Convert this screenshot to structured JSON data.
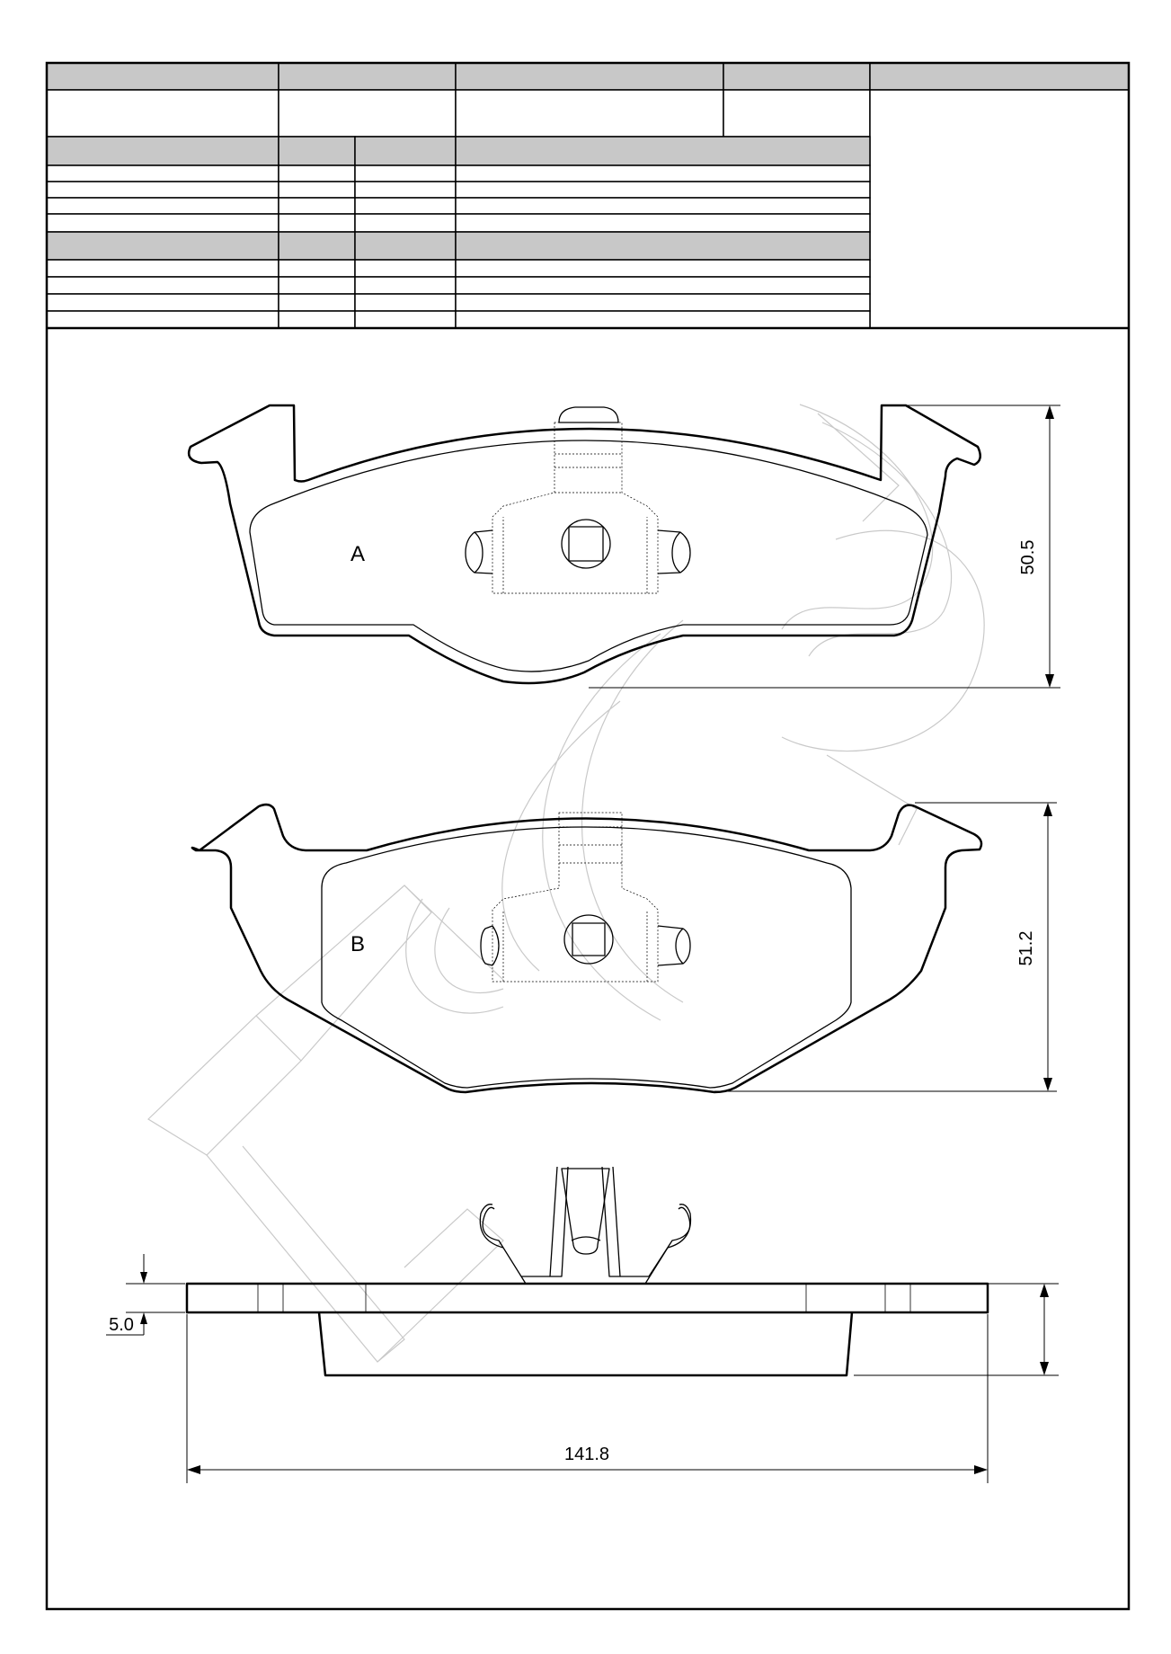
{
  "drawing": {
    "views": [
      {
        "id": "A",
        "label": "A"
      },
      {
        "id": "B",
        "label": "B"
      }
    ],
    "dimensions": {
      "height_a": "50.5",
      "height_b": "51.2",
      "thickness": "5.0",
      "width": "141.8"
    }
  },
  "colors": {
    "header_fill": "#c8c8c8",
    "line": "#000000",
    "watermark": "#c9c9c9"
  }
}
